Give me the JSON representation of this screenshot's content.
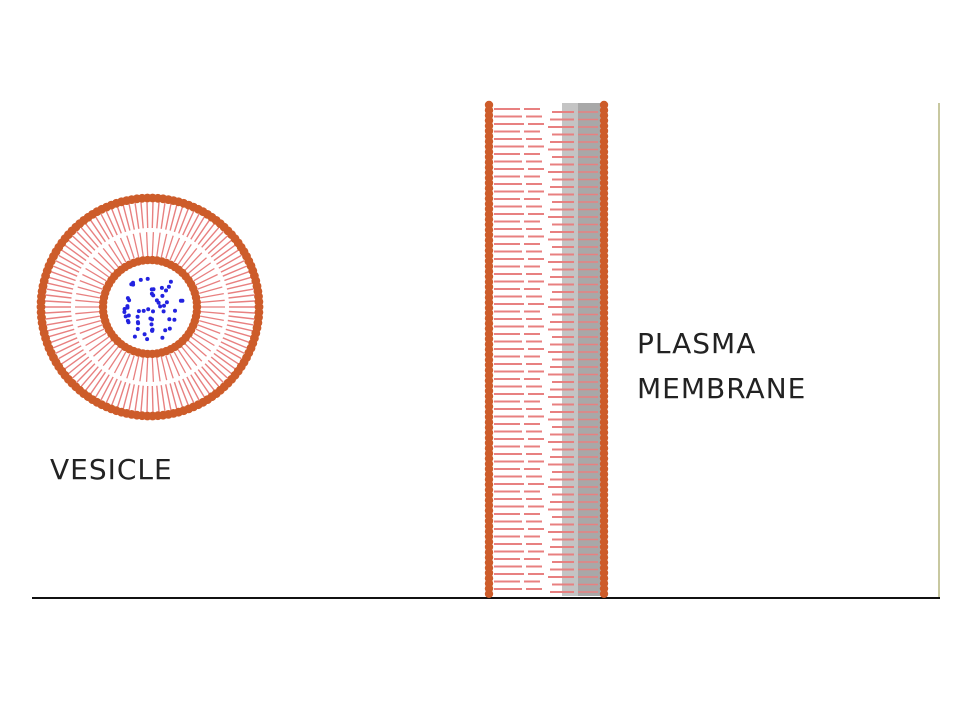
{
  "labels": {
    "vesicle": "VESICLE",
    "membrane_line1": "PLASMA",
    "membrane_line2": "MEMBRANE"
  },
  "colors": {
    "background": "#ffffff",
    "lipid_head": "#cd5c2a",
    "lipid_tail": "#e88080",
    "vesicle_cargo": "#2323e0",
    "protein_layer": "#b8b8b8",
    "baseline": "#111111",
    "right_border": "#c8c8a0"
  }
}
